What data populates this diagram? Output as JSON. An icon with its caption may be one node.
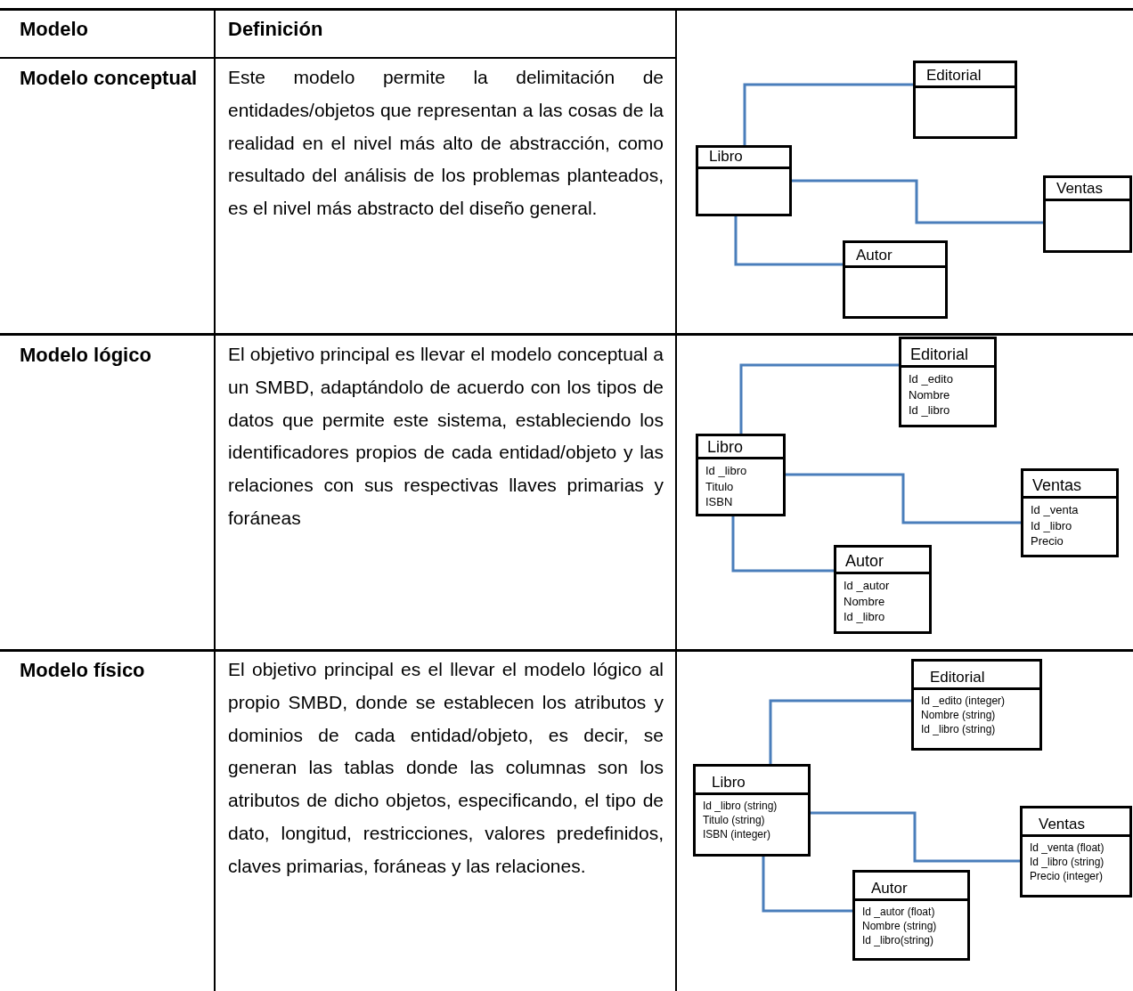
{
  "diagram": {
    "nodes": [
      {
        "text": [
          "Editorial"
        ]
      },
      {
        "text": [
          "Libro"
        ]
      },
      {
        "text": [
          "Ventas"
        ]
      },
      {
        "text": [
          "Autor"
        ]
      },
      {
        "text": [
          "Editorial",
          "Id _edito",
          "Nombre",
          "Id _libro"
        ]
      },
      {
        "text": [
          "Libro",
          "Id _libro",
          "Titulo",
          "ISBN"
        ]
      },
      {
        "text": [
          "Ventas",
          "Id _venta",
          "Id _libro",
          "Precio"
        ]
      },
      {
        "text": [
          "Autor",
          "Id _autor",
          "Nombre",
          "Id _libro"
        ]
      },
      {
        "text": [
          "Editorial",
          "Id _edito (integer)",
          "Nombre (string)",
          "Id _libro (string)"
        ]
      },
      {
        "text": [
          "Libro",
          "Id _libro (string)",
          "Titulo (string)",
          "ISBN (integer)"
        ]
      },
      {
        "text": [
          "Ventas",
          "Id _venta (float)",
          "Id _libro (string)",
          "Precio (integer)"
        ]
      },
      {
        "text": [
          "Autor",
          "Id _autor (float)",
          "Nombre (string)",
          "Id _libro(string)"
        ]
      }
    ],
    "edges": [
      {
        "from": 1,
        "to": 0,
        "arrow": "none"
      },
      {
        "from": 1,
        "to": 2,
        "arrow": "none"
      },
      {
        "from": 1,
        "to": 3,
        "arrow": "none"
      },
      {
        "from": 5,
        "to": 4,
        "arrow": "none"
      },
      {
        "from": 5,
        "to": 6,
        "arrow": "none"
      },
      {
        "from": 5,
        "to": 7,
        "arrow": "none"
      },
      {
        "from": 9,
        "to": 8,
        "arrow": "none"
      },
      {
        "from": 9,
        "to": 10,
        "arrow": "none"
      },
      {
        "from": 9,
        "to": 11,
        "arrow": "none"
      }
    ],
    "labels": [
      "Modelo",
      "Definición",
      "Modelo conceptual",
      "Este modelo permite la delimitación de entidades/objetos que representan a las cosas de la realidad en el nivel más alto de abstracción, como resultado del análisis de los problemas planteados, es el nivel más abstracto del diseño general.",
      "Modelo lógico",
      "El objetivo principal es llevar el modelo conceptual a un SMBD, adaptándolo de acuerdo con los tipos de datos que permite este sistema, estableciendo los identificadores propios de cada entidad/objeto y las relaciones con sus respectivas llaves primarias y foráneas",
      "Modelo físico",
      "El objetivo principal es el llevar el modelo lógico al propio SMBD, donde se establecen los atributos y dominios de cada entidad/objeto, es decir, se generan las tablas donde las columnas son los atributos de dicho objetos, especificando, el tipo de dato, longitud, restricciones, valores predefinidos, claves primarias, foráneas y las relaciones."
    ]
  }
}
